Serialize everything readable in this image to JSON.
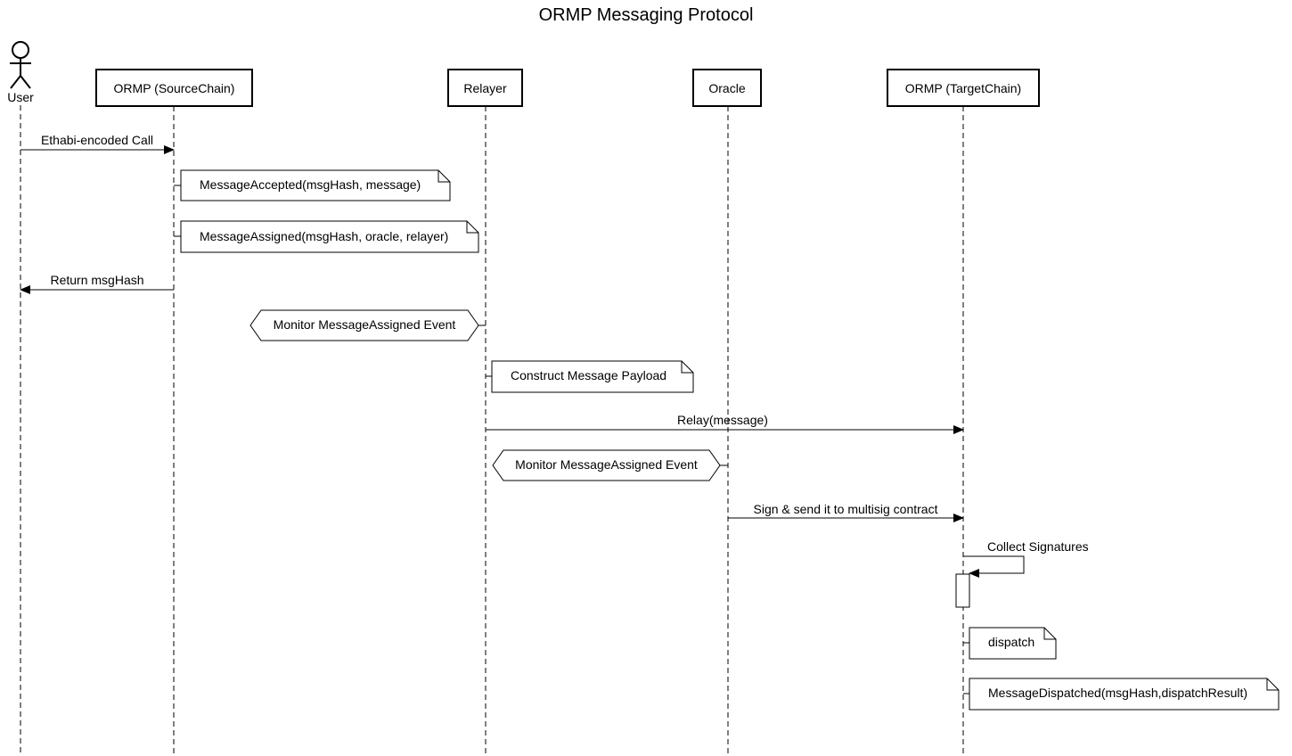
{
  "diagram": {
    "title": "ORMP  Messaging Protocol",
    "actor": {
      "label": "User"
    },
    "participants": [
      {
        "id": "source",
        "label": "ORMP (SourceChain)"
      },
      {
        "id": "relayer",
        "label": "Relayer"
      },
      {
        "id": "oracle",
        "label": "Oracle"
      },
      {
        "id": "target",
        "label": "ORMP (TargetChain)"
      }
    ],
    "messages": [
      {
        "from": "User",
        "to": "ORMP (SourceChain)",
        "label": "Ethabi-encoded Call"
      },
      {
        "from": "ORMP (SourceChain)",
        "to": "User",
        "label": "Return msgHash"
      },
      {
        "from": "Relayer",
        "to": "ORMP (TargetChain)",
        "label": "Relay(message)"
      },
      {
        "from": "Oracle",
        "to": "ORMP (TargetChain)",
        "label": "Sign & send it to multisig contract"
      },
      {
        "from": "ORMP (TargetChain)",
        "to": "ORMP (TargetChain)",
        "label": "Collect Signatures"
      }
    ],
    "notes": [
      {
        "on": "ORMP (SourceChain)",
        "label": "MessageAccepted(msgHash, message)"
      },
      {
        "on": "ORMP (SourceChain)",
        "label": "MessageAssigned(msgHash, oracle, relayer)"
      },
      {
        "on": "Relayer",
        "label": "Construct Message Payload"
      },
      {
        "on": "ORMP (TargetChain)",
        "label": "dispatch"
      },
      {
        "on": "ORMP (TargetChain)",
        "label": "MessageDispatched(msgHash,dispatchResult)"
      }
    ],
    "events": [
      {
        "on": "Relayer",
        "label": "Monitor MessageAssigned Event"
      },
      {
        "on": "Oracle",
        "label": "Monitor MessageAssigned Event"
      }
    ],
    "colors": {
      "line": "#000000",
      "background": "#ffffff"
    }
  }
}
